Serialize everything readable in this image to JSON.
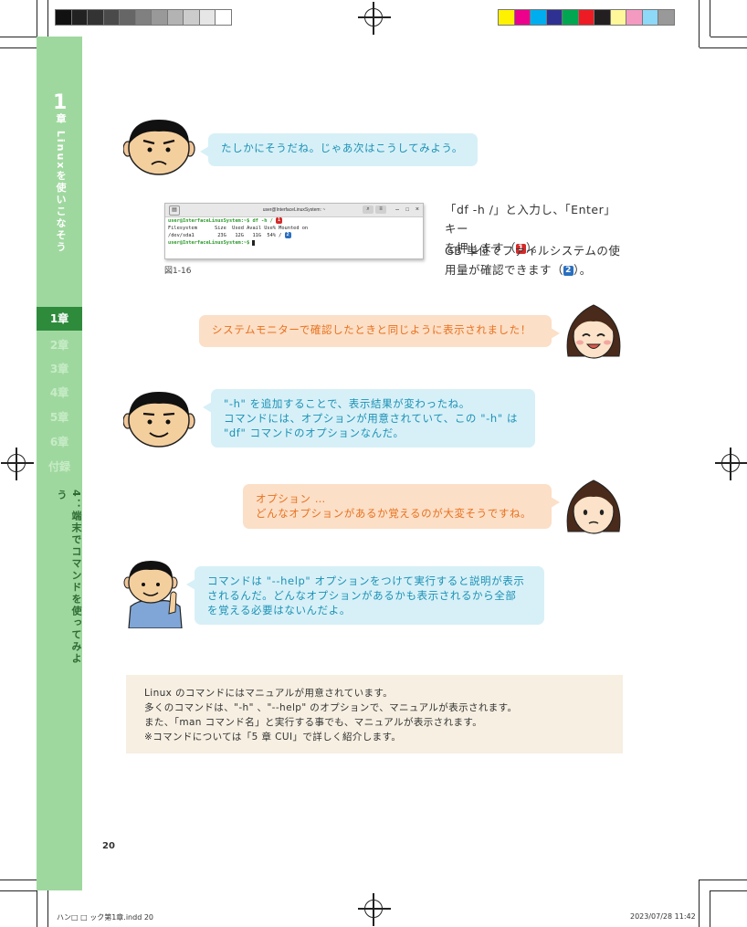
{
  "colors": {
    "sidebar": "#9fd89f",
    "sidebar_active": "#2e8b3c",
    "bubble_blue_bg": "#d7f0f7",
    "bubble_blue_text": "#1a91b6",
    "bubble_orange_bg": "#fbdfc7",
    "bubble_orange_text": "#e9711e",
    "note_bg": "#f6efe2"
  },
  "sidebar": {
    "chapter_number": "1",
    "chapter_title": "章 Linuxを使いこなそう",
    "items": [
      {
        "label": "1章"
      },
      {
        "label": "2章"
      },
      {
        "label": "3章"
      },
      {
        "label": "4章"
      },
      {
        "label": "5章"
      },
      {
        "label": "6章"
      },
      {
        "label": "付録"
      }
    ],
    "section_title": "4：端末でコマンドを使ってみよう"
  },
  "dialog": [
    {
      "text": "たしかにそうだね。じゃあ次はこうしてみよう。"
    },
    {
      "text": "システムモニターで確認したときと同じように表示されました！"
    },
    {
      "lines": [
        "\"-h\" を追加することで、表示結果が変わったね。",
        "コマンドには、オプションが用意されていて、この \"-h\" は",
        "\"df\" コマンドのオプションなんだ。"
      ]
    },
    {
      "lines": [
        "オプション …",
        "どんなオプションがあるか覚えるのが大変そうですね。"
      ]
    },
    {
      "lines": [
        "コマンドは \"--help\" オプションをつけて実行すると説明が表示",
        "されるんだ。どんなオプションがあるかも表示されるから全部",
        "を覚える必要はないんだよ。"
      ]
    }
  ],
  "terminal": {
    "title": "user@InterfaceLinuxSystem: ~",
    "lines": [
      "user@InterfaceLinuxSystem:~$ df -h /",
      "Filesystem      Size  Used Avail Use% Mounted on",
      "/dev/sda1        23G   12G   11G  54% /",
      "user@InterfaceLinuxSystem:~$ "
    ],
    "badge1": "1",
    "badge2": "2"
  },
  "figure_caption": "図1-16",
  "description": {
    "p1_a": "「df -h /」と入力し、「Enter」キー",
    "p1_b": "を押します（",
    "p1_c": "）。",
    "p2_a": "GB 単位でファイルシステムの使",
    "p2_b": "用量が確認できます（",
    "p2_c": "）。",
    "badge1": "1",
    "badge2": "2"
  },
  "note": {
    "lines": [
      "Linux のコマンドにはマニュアルが用意されています。",
      "多くのコマンドは、\"-h\" 、\"--help\" のオプションで、マニュアルが表示されます。",
      "また、「man コマンド名」と実行する事でも、マニュアルが表示されます。",
      "※コマンドについては「5 章 CUI」で詳しく紹介します。"
    ]
  },
  "page_number": "20",
  "footer": {
    "file": "ハン□ □ ック第1章.indd  20",
    "timestamp": "2023/07/28  11:42"
  }
}
